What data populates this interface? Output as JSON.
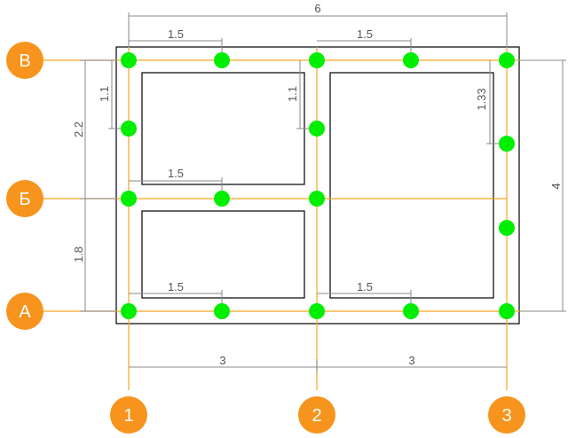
{
  "axes": {
    "rows": [
      {
        "id": "row-V",
        "label": "В"
      },
      {
        "id": "row-B",
        "label": "Б"
      },
      {
        "id": "row-A",
        "label": "А"
      }
    ],
    "columns": [
      {
        "id": "col-1",
        "label": "1"
      },
      {
        "id": "col-2",
        "label": "2"
      },
      {
        "id": "col-3",
        "label": "3"
      }
    ]
  },
  "dimensions": {
    "overall_width": "6",
    "top_left_pile_spacing": "1.5",
    "top_right_pile_spacing": "1.5",
    "middle_pile_spacing": "1.5",
    "bottom_left_pile_spacing": "1.5",
    "bottom_right_pile_spacing": "1.5",
    "span_1_2": "3",
    "span_2_3": "3",
    "height_V_B": "2.2",
    "height_B_A": "1.8",
    "overall_height": "4",
    "offset_left_1_1": "1.1",
    "offset_mid_1_1": "1.1",
    "offset_right_1_33": "1.33"
  },
  "colors": {
    "axis_line": "#f5a623",
    "bubble": "#f7941d",
    "pile": "#00ee00",
    "wall": "#000000",
    "dimension": "#888888"
  }
}
